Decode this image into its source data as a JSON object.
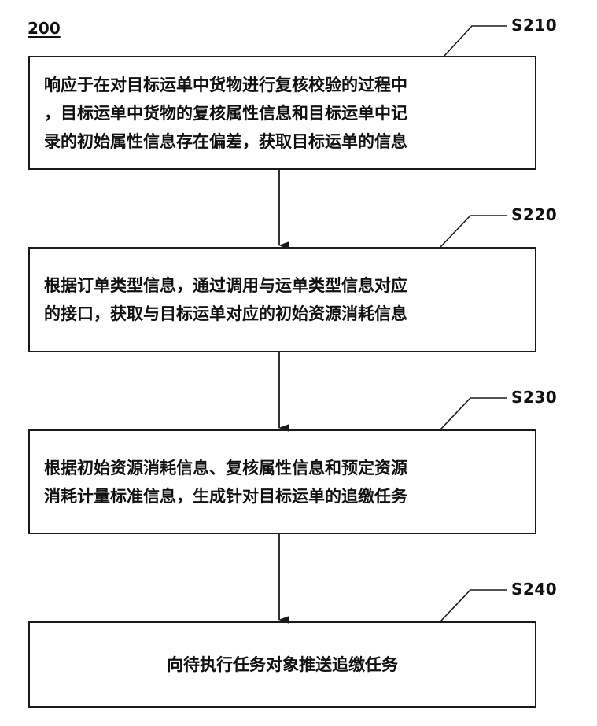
{
  "figure_number": "200",
  "steps": [
    {
      "id": "S210",
      "lines": [
        "响应于在对目标运单中货物进行复核校验的过程中",
        "，目标运单中货物的复核属性信息和目标运单中记",
        "录的初始属性信息存在偏差，获取目标运单的信息"
      ]
    },
    {
      "id": "S220",
      "lines": [
        "根据订单类型信息，通过调用与运单类型信息对应",
        "的接口，获取与目标运单对应的初始资源消耗信息"
      ]
    },
    {
      "id": "S230",
      "lines": [
        "根据初始资源消耗信息、复核属性信息和预定资源",
        "消耗计量标准信息，生成针对目标运单的追缴任务"
      ]
    },
    {
      "id": "S240",
      "lines": [
        "向待执行任务对象推送追缴任务"
      ]
    }
  ]
}
